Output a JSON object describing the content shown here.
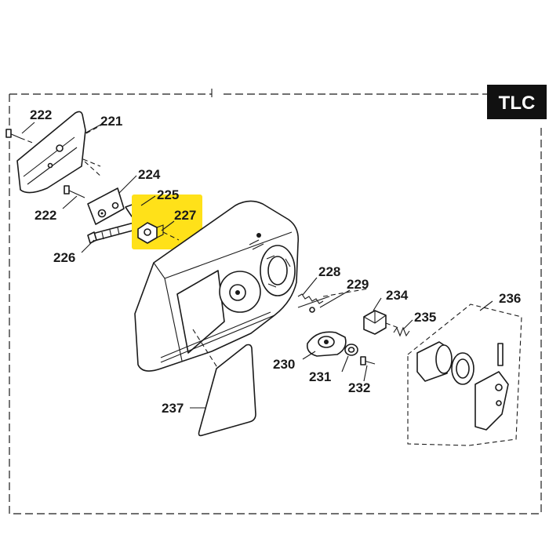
{
  "badge": {
    "text": "TLC"
  },
  "highlight_color": "#ffe119",
  "callouts": {
    "p221": "221",
    "p222a": "222",
    "p222b": "222",
    "p224": "224",
    "p225": "225",
    "p226": "226",
    "p227": "227",
    "p228": "228",
    "p229": "229",
    "p230": "230",
    "p231": "231",
    "p232": "232",
    "p234": "234",
    "p235": "235",
    "p236": "236",
    "p237": "237"
  }
}
